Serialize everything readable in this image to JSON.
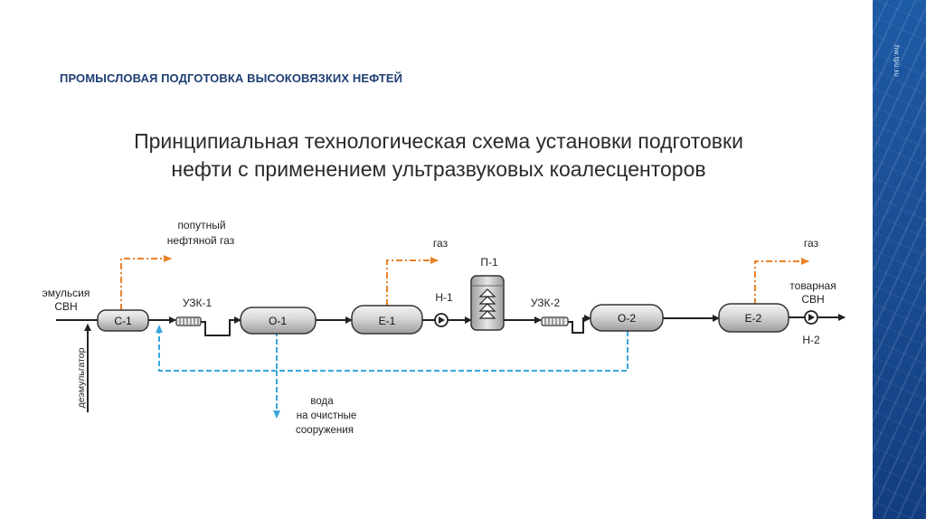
{
  "header": {
    "section_title": "ПРОМЫСЛОВАЯ ПОДГОТОВКА ВЫСОКОВЯЗКИХ НЕФТЕЙ"
  },
  "title": {
    "line1": "Принципиальная технологическая схема установки подготовки",
    "line2": "нефти с применением ультразвуковых коалесценторов"
  },
  "sidebar": {
    "site": "hw.tpu.ru",
    "color": "#1b4f96"
  },
  "colors": {
    "gas_line": "#e8822a",
    "water_line": "#3aa6dc",
    "main_line": "#222222"
  },
  "diagram": {
    "input": {
      "line1": "эмульсия",
      "line2": "СВН"
    },
    "demulsifier": "деэмульгатор",
    "associated_gas": {
      "line1": "попутный",
      "line2": "нефтяной газ"
    },
    "gas1": "газ",
    "gas2": "газ",
    "water": {
      "line1": "вода",
      "line2": "на очистные",
      "line3": "сооружения"
    },
    "output": {
      "line1": "товарная",
      "line2": "СВН"
    },
    "equipment": {
      "c1": "С-1",
      "uzk1": "УЗК-1",
      "o1": "О-1",
      "e1": "Е-1",
      "n1": "Н-1",
      "p1": "П-1",
      "uzk2": "УЗК-2",
      "o2": "О-2",
      "e2": "Е-2",
      "n2": "Н-2"
    }
  }
}
